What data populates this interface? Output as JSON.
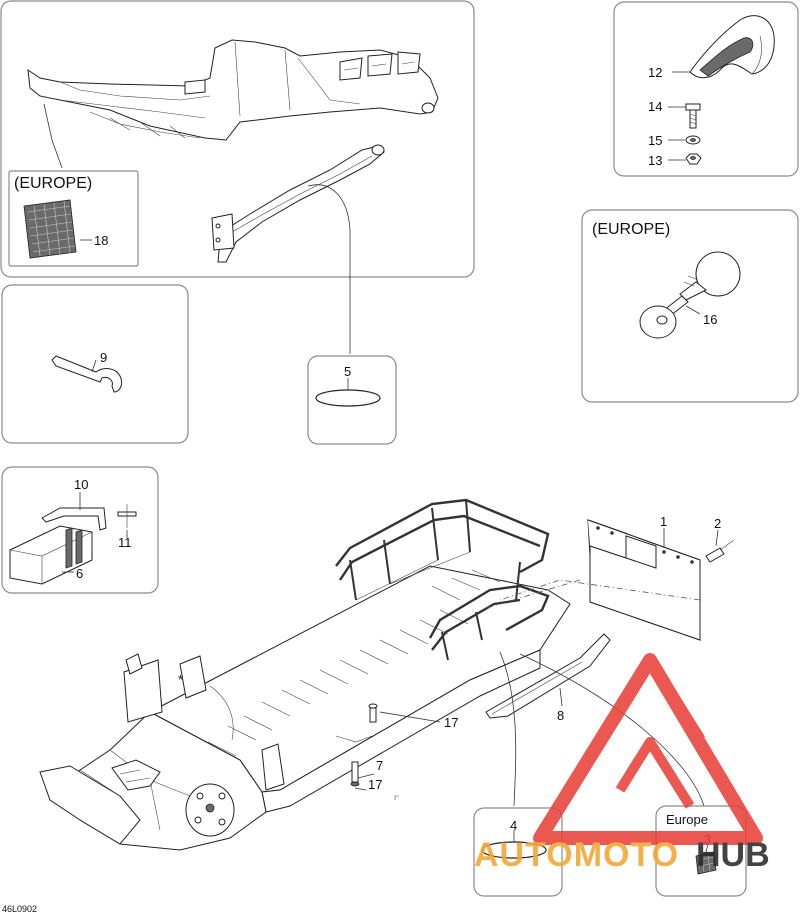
{
  "diagram": {
    "reference_code": "46L0902",
    "insets": {
      "europe_top": "(EUROPE)",
      "europe_right": "(EUROPE)",
      "europe_bottom": "Europe"
    },
    "callouts": [
      "1",
      "2",
      "3",
      "4",
      "5",
      "6",
      "7",
      "8",
      "9",
      "10",
      "11",
      "12",
      "13",
      "14",
      "15",
      "16",
      "17",
      "17",
      "18"
    ],
    "asterisk": "*"
  },
  "watermark": {
    "brand_part1": "AUTOMOTO",
    "brand_part2": "HUB",
    "colors": {
      "red": "#e8413a",
      "orange": "#f3a531",
      "dark": "#2a2a2a"
    }
  }
}
